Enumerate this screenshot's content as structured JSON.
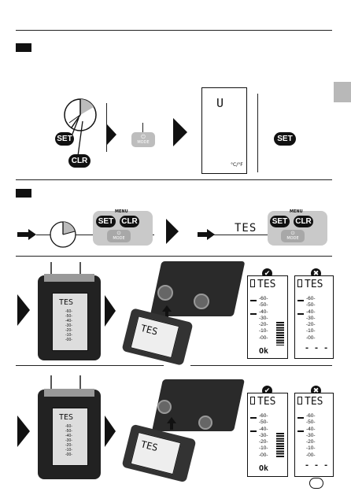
{
  "section_a": {
    "keys": {
      "set": "SET",
      "clr": "CLR",
      "set_right": "SET"
    },
    "mode_label": "MODE",
    "display_char": "U",
    "display_unit": "°C/°F"
  },
  "section_b": {
    "menu_label": "MENU",
    "keys": {
      "set": "SET",
      "clr": "CLR",
      "set2": "SET",
      "clr2": "CLR"
    },
    "mode_label": "MODE",
    "display_text": "TES"
  },
  "section_c": {
    "meter_text": "TES",
    "meter_scale": [
      "-60-",
      "-50-",
      "-40-",
      "-30-",
      "-20-",
      "-10-",
      "-00-"
    ],
    "meter_text2": "TES",
    "disp_ok": {
      "text": "TES",
      "scale": [
        "-60-",
        "-50-",
        "-40-",
        "-30-",
        "-20-",
        "-10-",
        "-00-"
      ],
      "readout": "Ok"
    },
    "disp_fail": {
      "text": "TES",
      "scale": [
        "-60-",
        "-50-",
        "-40-",
        "-30-",
        "-20-",
        "-10-",
        "-00-"
      ],
      "readout": "- - -"
    }
  },
  "section_d": {
    "meter_text": "TES",
    "meter_scale": [
      "-60-",
      "-50-",
      "-40-",
      "-30-",
      "-20-",
      "-10-",
      "-00-"
    ],
    "meter_text2": "TES",
    "disp_ok": {
      "text": "TES",
      "scale": [
        "-60-",
        "-50-",
        "-40-",
        "-30-",
        "-20-",
        "-10-",
        "-00-"
      ],
      "readout": "Ok"
    },
    "disp_fail": {
      "text": "TES",
      "scale": [
        "-60-",
        "-50-",
        "-40-",
        "-30-",
        "-20-",
        "-10-",
        "-00-"
      ],
      "readout": "- - -"
    }
  },
  "icons": {
    "ok": "checkmark-icon",
    "fail": "cross-icon"
  }
}
